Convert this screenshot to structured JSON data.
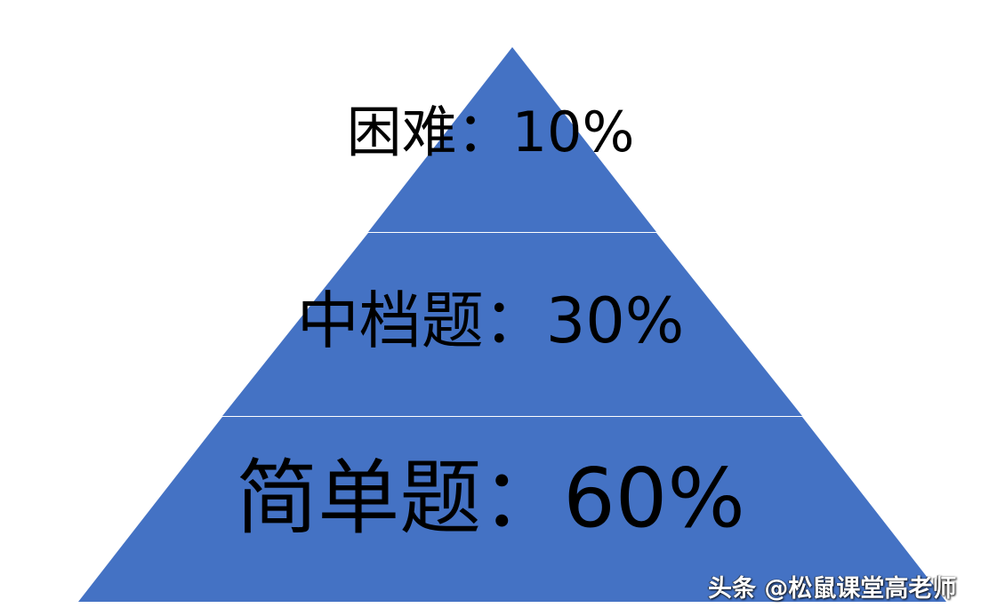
{
  "colors": {
    "tier_fill": "#4472C4",
    "divider": "#ffffff",
    "text": "#000000"
  },
  "tiers": [
    {
      "name": "困难",
      "percent": "10%",
      "label": "困难：10%"
    },
    {
      "name": "中档题",
      "percent": "30%",
      "label": "中档题：30%"
    },
    {
      "name": "简单题",
      "percent": "60%",
      "label": "简单题：60%"
    }
  ],
  "watermark": "头条 @松鼠课堂高老师"
}
